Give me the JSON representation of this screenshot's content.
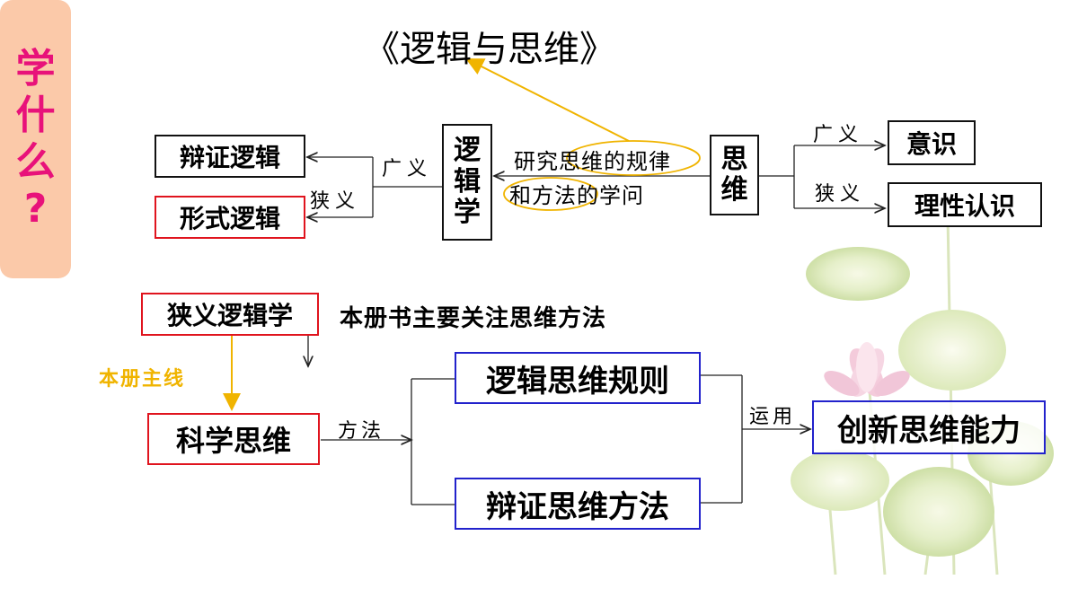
{
  "title": "《逻辑与思维》",
  "side_label": [
    "学",
    "什",
    "么",
    "?"
  ],
  "top": {
    "logic_chars": [
      "逻",
      "辑",
      "学"
    ],
    "thinking_chars": [
      "思",
      "维"
    ],
    "dialectical_logic": "辩证逻辑",
    "formal_logic": "形式逻辑",
    "broad": "广义",
    "narrow": "狭义",
    "definition_line1": "研究思维的规律",
    "definition_line2": "和方法的学问",
    "consciousness": "意识",
    "rational_cognition": "理性认识",
    "broad_right": "广义",
    "narrow_right": "狭义"
  },
  "bottom": {
    "narrow_logic": "狭义逻辑学",
    "focus_note": "本册书主要关注思维方法",
    "main_line": "本册主线",
    "scientific_thinking": "科学思维",
    "method": "方法",
    "logic_rules": "逻辑思维规则",
    "dialectical_methods": "辩证思维方法",
    "apply": "运用",
    "innovative_ability": "创新思维能力"
  },
  "colors": {
    "side_bg": "#fbc9a9",
    "side_text": "#e8127a",
    "red_border": "#e0141e",
    "blue_border": "#2222cc",
    "highlight": "#f0b400"
  }
}
